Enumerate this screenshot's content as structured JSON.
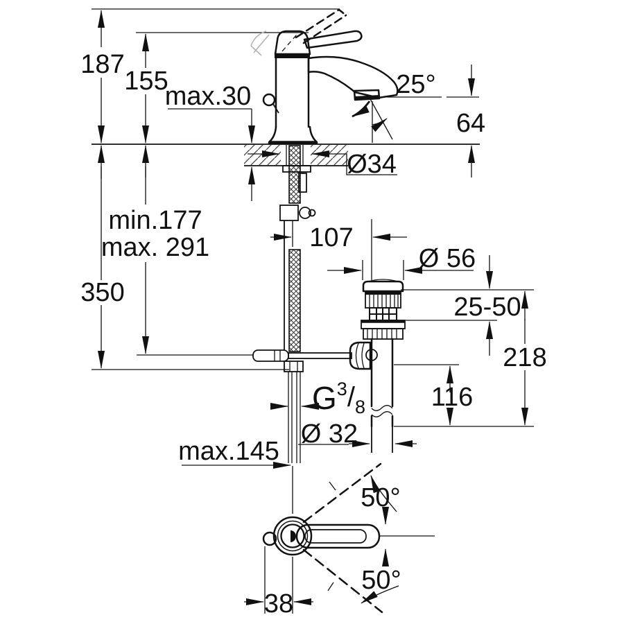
{
  "page": {
    "title": "Single-lever basin mixer installation drawing",
    "background": "#ffffff",
    "line_color": "#111111"
  },
  "dims": {
    "overall_height": "187",
    "body_height": "155",
    "deck_max": "max.30",
    "spout_angle": "25°",
    "outlet_height": "64",
    "hole_dia": "Ø34",
    "hose_min": "min.177",
    "hose_max": "max. 291",
    "below_deck": "350",
    "center_to_drain": "107",
    "flange_dia": "Ø 56",
    "deck_range": "25-50",
    "drain_height": "218",
    "tail_length": "116",
    "thread_g": "G",
    "thread_num": "3",
    "thread_slash": "/",
    "thread_den": "8",
    "pipe_dia": "Ø 32",
    "reach_max": "max.145",
    "swing_upper": "50°",
    "swing_lower": "50°",
    "handle_offset": "38"
  }
}
